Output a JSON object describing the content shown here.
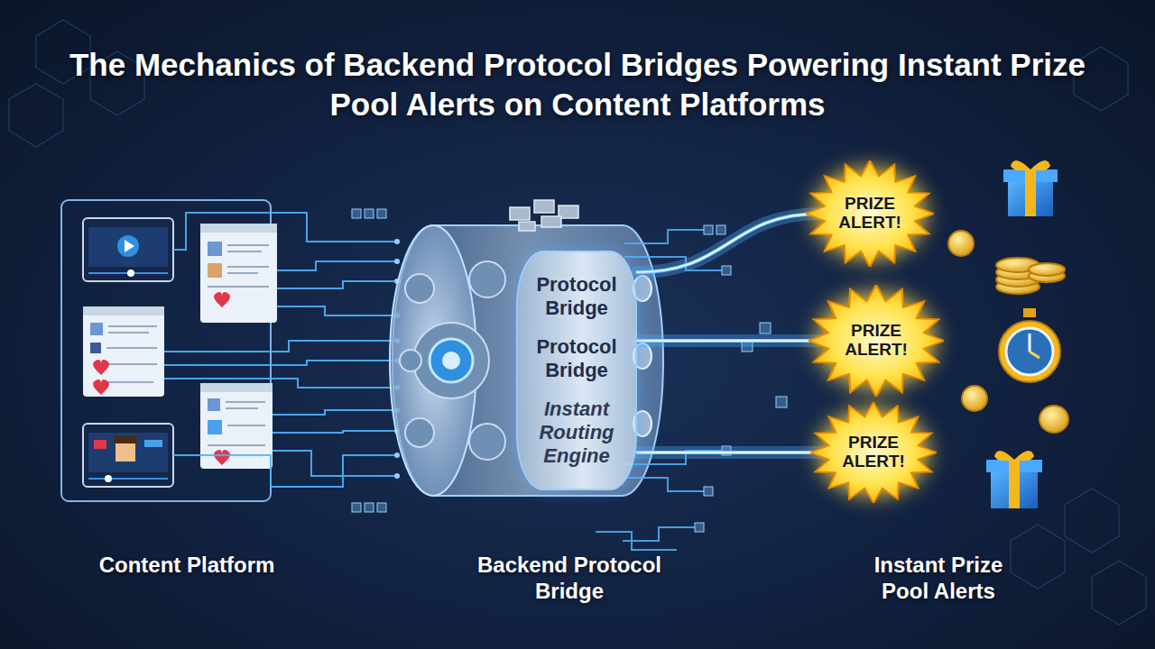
{
  "diagram": {
    "title": "The Mechanics of Backend Protocol Bridges Powering Instant Prize Pool Alerts on Content Platforms",
    "nodes": [
      {
        "text": [
          "Protocol Bridge",
          "Protocol Bridge",
          "Instant Routing Engine"
        ]
      },
      {
        "text": [
          "PRIZE ALERT!"
        ]
      },
      {
        "text": [
          "PRIZE ALERT!"
        ]
      },
      {
        "text": [
          "PRIZE ALERT!"
        ]
      }
    ],
    "edges": [
      {
        "from": 0,
        "to": 1,
        "arrow": "none"
      },
      {
        "from": 0,
        "to": 2,
        "arrow": "none"
      },
      {
        "from": 0,
        "to": 3,
        "arrow": "none"
      }
    ],
    "labels": [
      "Content Platform",
      "Backend Protocol Bridge",
      "Instant Prize Pool Alerts"
    ]
  }
}
